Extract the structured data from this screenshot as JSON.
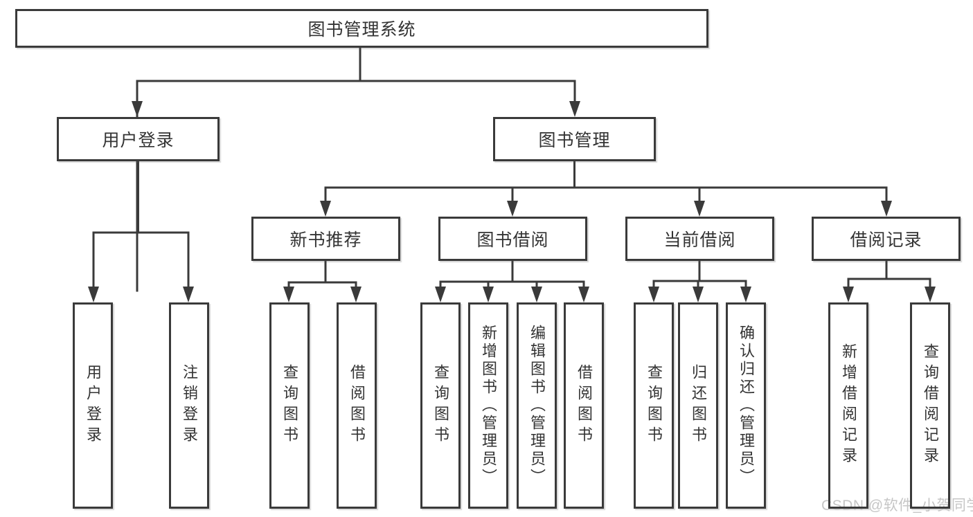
{
  "diagram": {
    "title": "图书管理系统",
    "root": {
      "label": "图书管理系统"
    },
    "branches": [
      {
        "label": "用户登录",
        "children": [
          {
            "label": "用户登录"
          },
          {
            "label": "注销登录"
          }
        ]
      },
      {
        "label": "图书管理",
        "children": [
          {
            "label": "新书推荐",
            "children": [
              {
                "label": "查询图书"
              },
              {
                "label": "借阅图书"
              }
            ]
          },
          {
            "label": "图书借阅",
            "children": [
              {
                "label": "查询图书"
              },
              {
                "label": "新增图书（管理员）"
              },
              {
                "label": "编辑图书（管理员）"
              },
              {
                "label": "借阅图书"
              }
            ]
          },
          {
            "label": "当前借阅",
            "children": [
              {
                "label": "查询图书"
              },
              {
                "label": "归还图书"
              },
              {
                "label": "确认归还（管理员）"
              }
            ]
          },
          {
            "label": "借阅记录",
            "children": [
              {
                "label": "新增借阅记录"
              },
              {
                "label": "查询借阅记录"
              }
            ]
          }
        ]
      }
    ],
    "colors": {
      "line": "#3a3a3a",
      "text": "#333333",
      "background": "#ffffff",
      "watermark": "#c6c6c6"
    }
  },
  "watermark": {
    "text": "CSDN @软件_小贺同学"
  }
}
